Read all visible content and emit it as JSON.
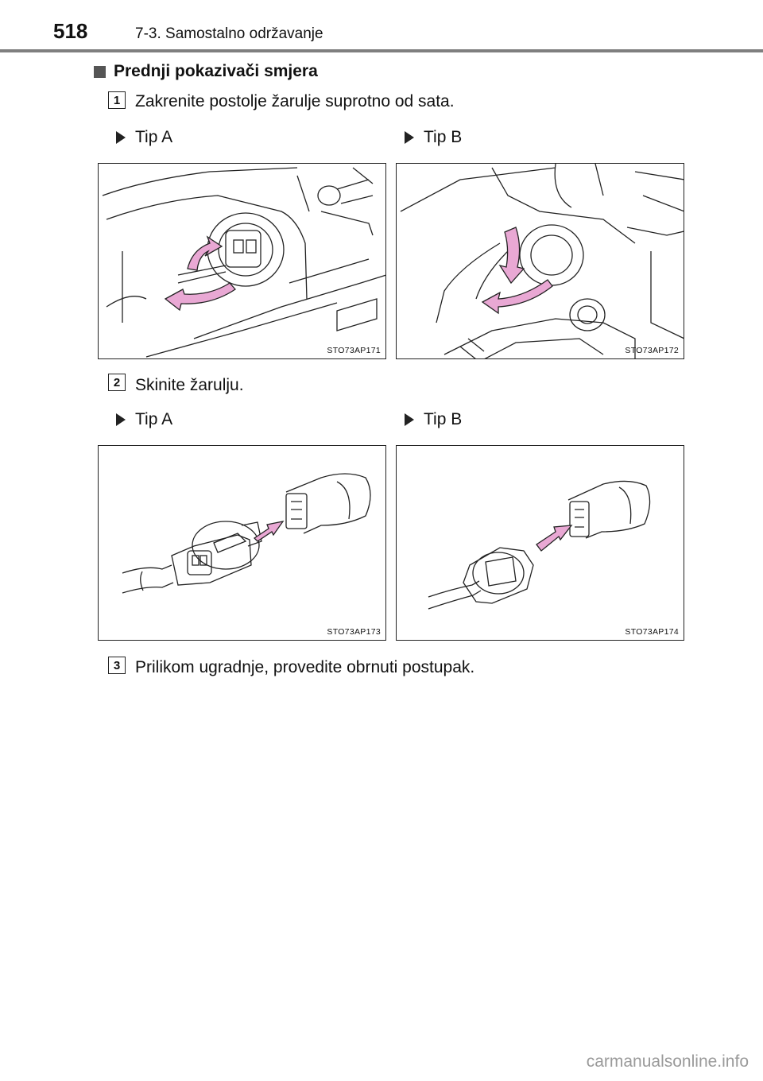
{
  "header": {
    "page_number": "518",
    "chapter": "7-3. Samostalno održavanje"
  },
  "section": {
    "title": "Prednji pokazivači smjera"
  },
  "steps": [
    {
      "number": "1",
      "text": "Zakrenite postolje žarulje suprotno od sata."
    },
    {
      "number": "2",
      "text": "Skinite žarulju."
    },
    {
      "number": "3",
      "text": "Prilikom ugradnje, provedite obrnuti postupak."
    }
  ],
  "tips": {
    "a": "Tip A",
    "b": "Tip B"
  },
  "figures": [
    {
      "code": "STO73AP171"
    },
    {
      "code": "STO73AP172"
    },
    {
      "code": "STO73AP173"
    },
    {
      "code": "STO73AP174"
    }
  ],
  "footer": {
    "watermark": "carmanualsonline.info"
  },
  "colors": {
    "arrow": "#e9a8d4",
    "rule": "#7f7f7f"
  }
}
